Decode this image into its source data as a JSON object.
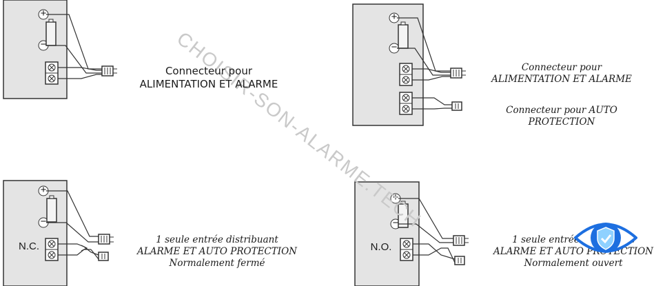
{
  "watermark": "CHOISIR-SON-ALARME.TECH",
  "panels": {
    "top_left": {
      "line1": "Connecteur pour",
      "line2": "ALIMENTATION ET ALARME"
    },
    "top_right": {
      "power_line1": "Connecteur pour",
      "power_line2": "ALIMENTATION ET ALARME",
      "tamper_line1": "Connecteur pour AUTO",
      "tamper_line2": "PROTECTION"
    },
    "bottom_left": {
      "contact": "N.C.",
      "line1": "1 seule entrée distribuant",
      "line2": "ALARME ET AUTO PROTECTION",
      "line3": "Normalement fermé"
    },
    "bottom_right": {
      "contact": "N.O.",
      "line1": "1 seule entrée distribuant",
      "line2": "ALARME ET AUTO PROTECTION",
      "line3": "Normalement ouvert"
    }
  },
  "symbols": {
    "plus": "+",
    "minus": "−"
  },
  "colors": {
    "board": "#e4e4e4",
    "line": "#333333",
    "logo_blue": "#1d6fe0"
  },
  "logo_icon": "eye-shield-icon"
}
